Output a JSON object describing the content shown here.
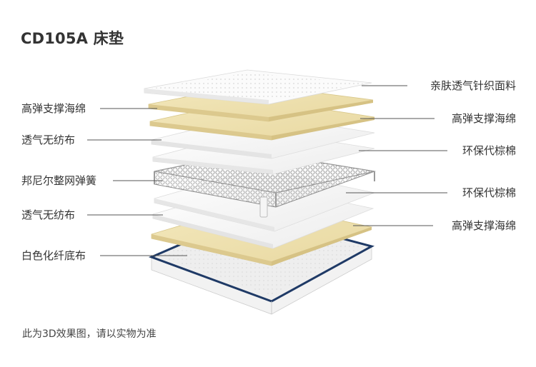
{
  "title": "CD105A 床垫",
  "layers_left": [
    "高弹支撑海绵",
    "透气无纺布",
    "邦尼尔整网弹簧",
    "透气无纺布",
    "白色化纤底布"
  ],
  "layers_right": [
    "亲肤透气针织面料",
    "高弹支撑海绵",
    "环保代棕棉",
    "环保代棕棉",
    "高弹支撑海绵"
  ],
  "footnote": "此为3D效果图，请以实物为准",
  "colors": {
    "foam": "#efe1ad",
    "fabric": "#f7f7f7",
    "base_edge": "#1f3a66",
    "spring": "#9a9a9a",
    "leader": "#555555"
  }
}
